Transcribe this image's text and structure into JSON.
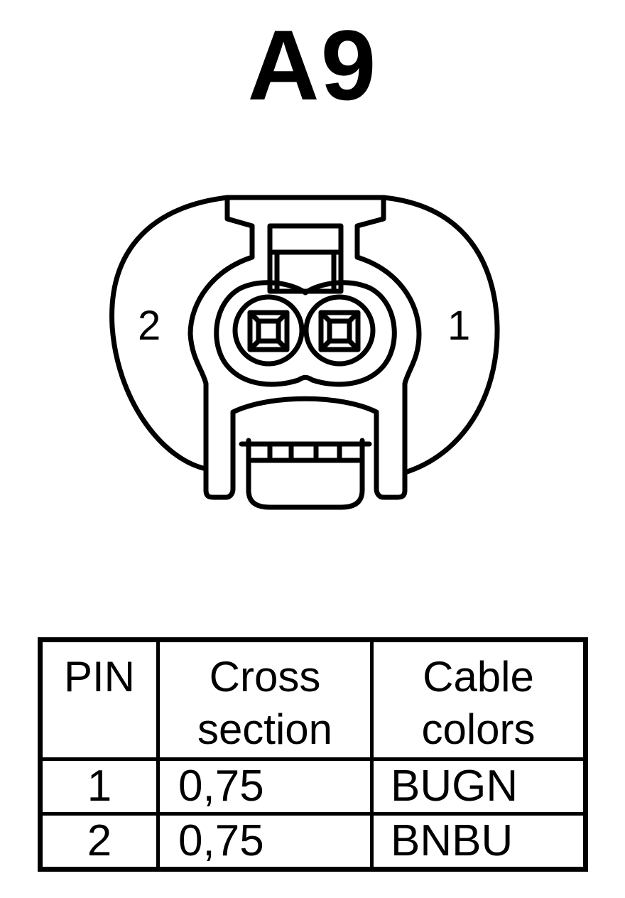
{
  "title": "A9",
  "connector": {
    "pin_labels": {
      "left": "2",
      "right": "1"
    }
  },
  "table": {
    "headers": {
      "pin": "PIN",
      "cross_section_line1": "Cross",
      "cross_section_line2": "section",
      "cable_colors_line1": "Cable",
      "cable_colors_line2": "colors"
    },
    "rows": [
      {
        "pin": "1",
        "cross_section": "0,75",
        "color": "BUGN"
      },
      {
        "pin": "2",
        "cross_section": "0,75",
        "color": "BNBU"
      }
    ]
  }
}
